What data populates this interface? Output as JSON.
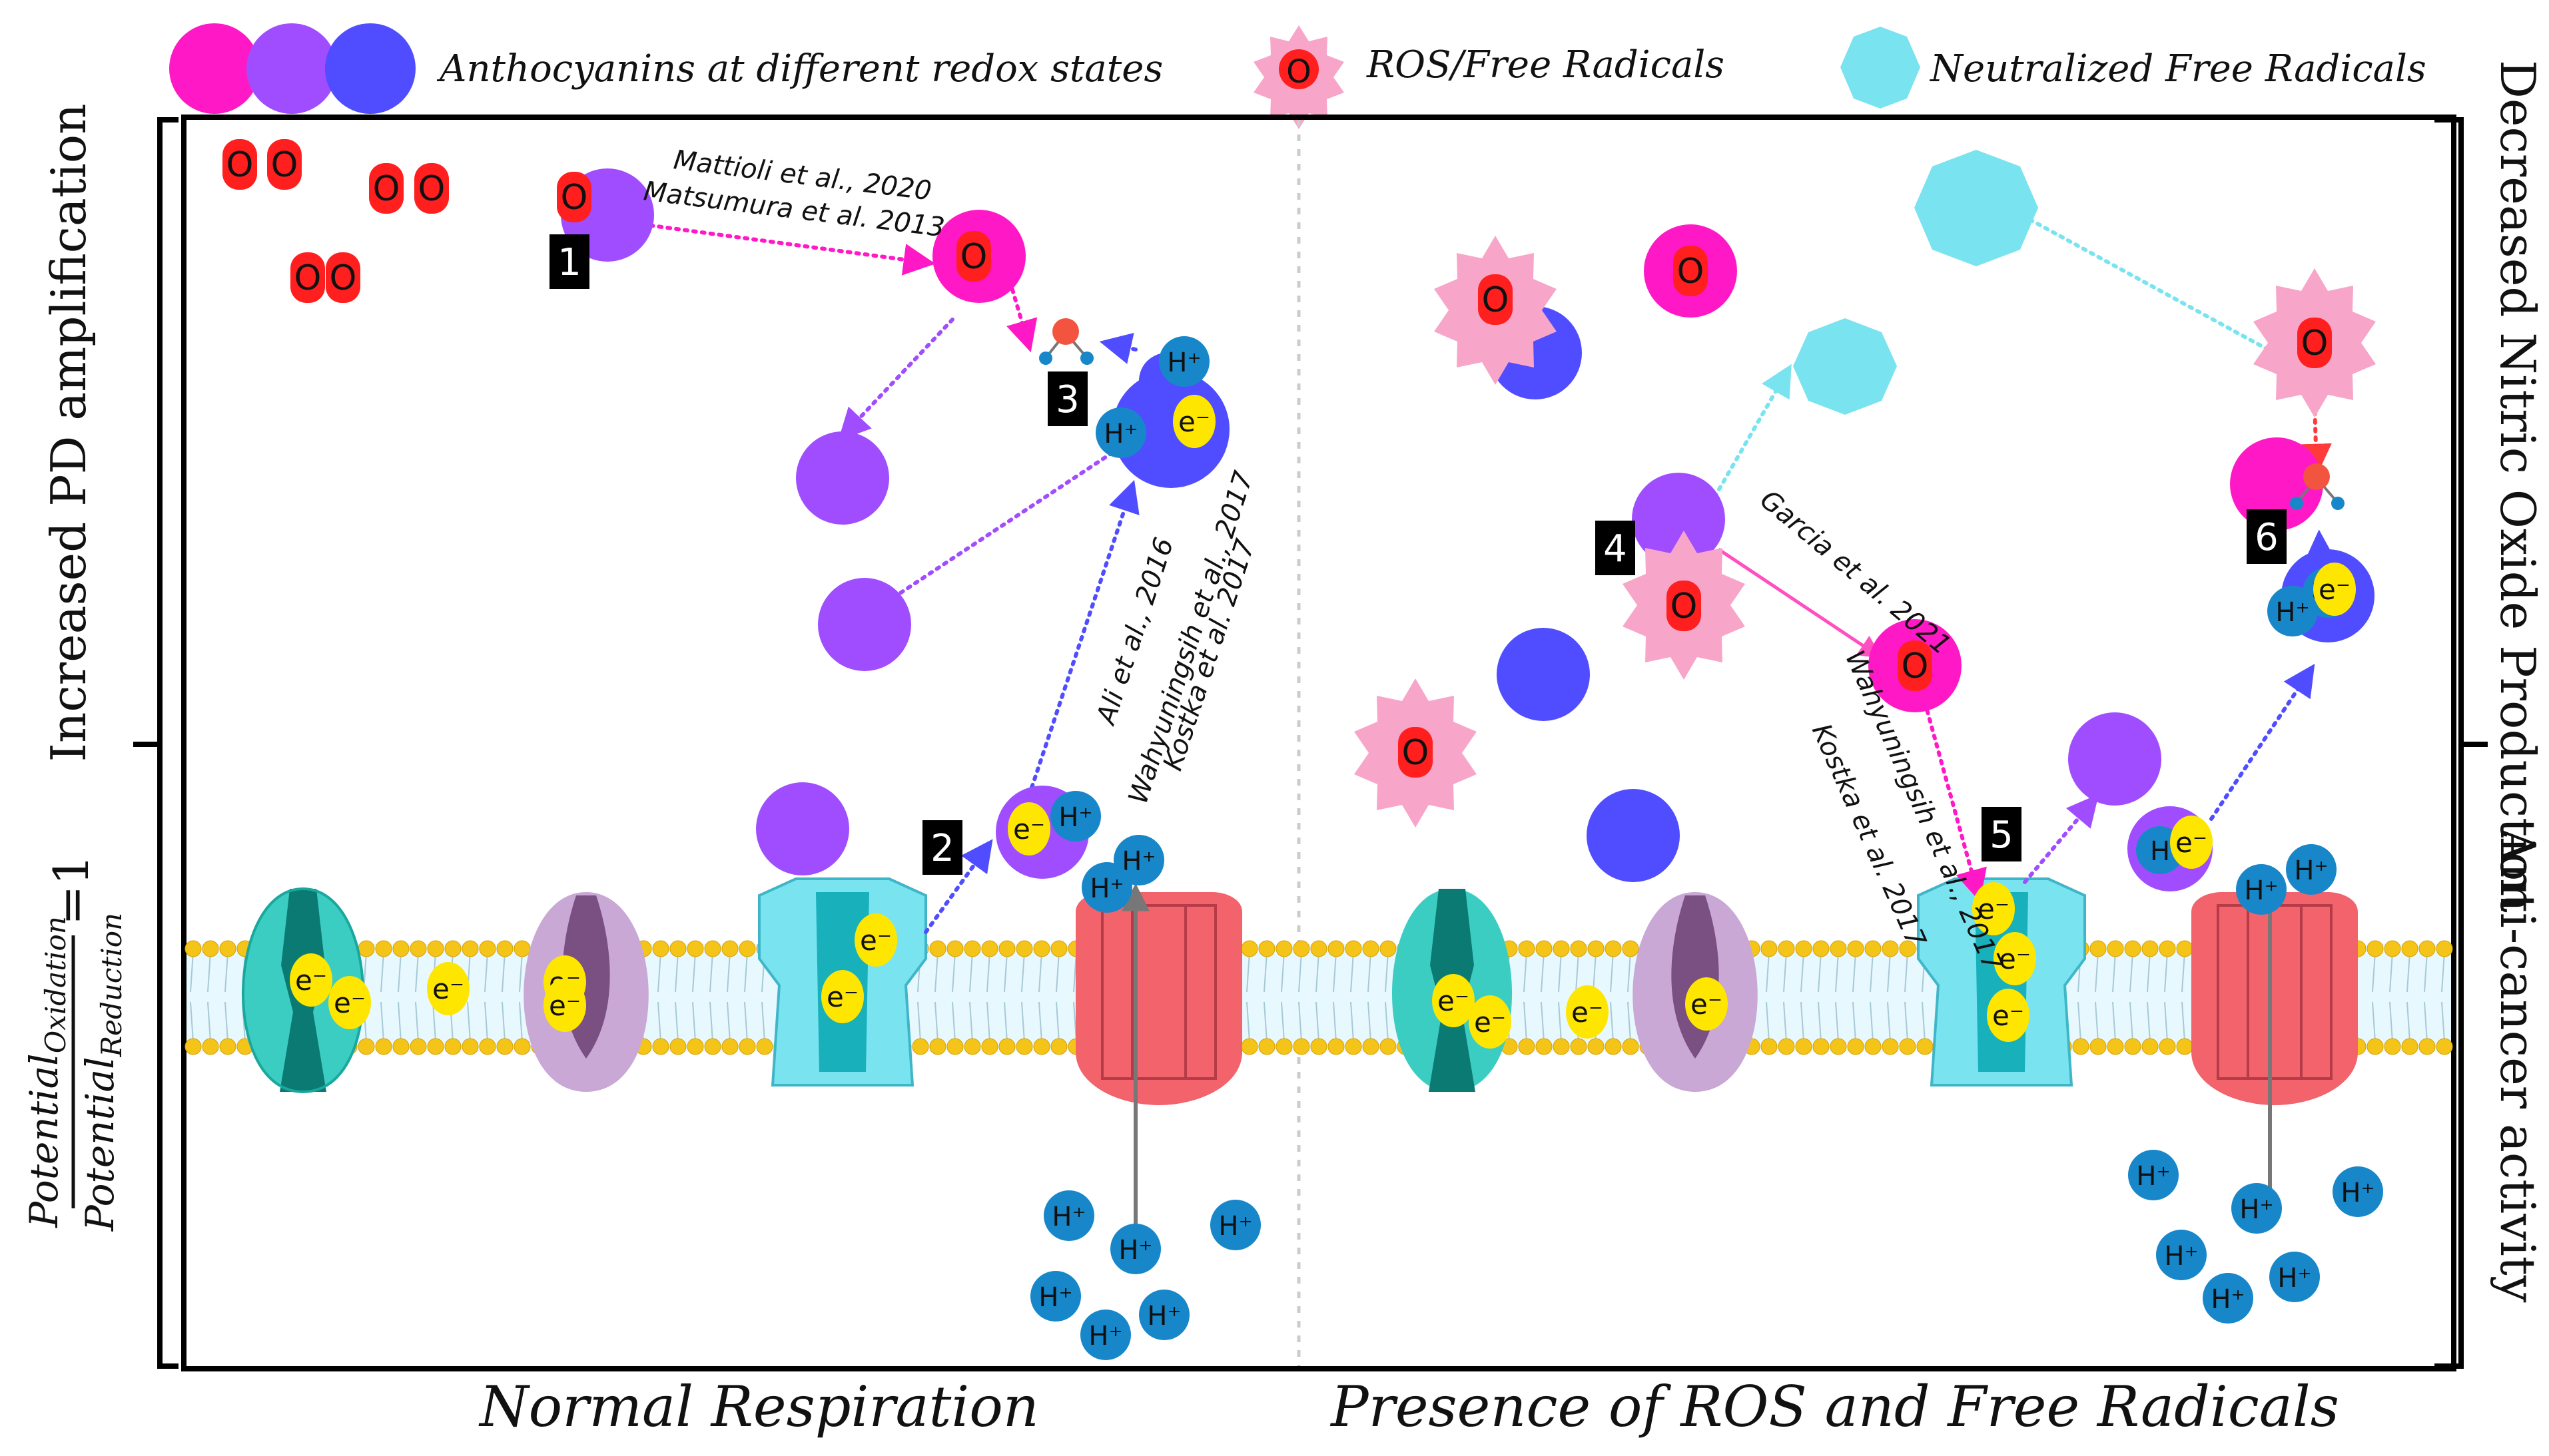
{
  "legend": {
    "anthocyanins": "Anthocyanins at different redox states",
    "ros": "ROS/Free  Radicals",
    "neutralized": "Neutralized Free Radicals",
    "ros_symbol": "O"
  },
  "labels": {
    "left_top": "Increased PD amplification",
    "right_top": "Decreased Nitric Oxide Production",
    "right_bottom": "Anti-cancer activity",
    "panel_left": "Normal Respiration",
    "panel_right": "Presence of ROS and Free Radicals"
  },
  "formula": {
    "numerator_base": "Potential",
    "numerator_sub": "Oxidation",
    "denominator_base": "Potential",
    "denominator_sub": "Reduction",
    "equals": "=1"
  },
  "steps": [
    "1",
    "2",
    "3",
    "4",
    "5",
    "6"
  ],
  "citations": {
    "c1a": "Mattioli et al., 2020",
    "c1b": "Matsumura et al. 2013",
    "c2a": "Ali et al., 2016",
    "c2b": "Wahyuningsih et al., 2017",
    "c2c": "Kostka et al. 2017",
    "c4": "Garcia et al. 2021",
    "c5a": "Wahyuningsih et al., 2017",
    "c5b": "Kostka et al. 2017"
  },
  "symbols": {
    "oxygen": "O",
    "electron": "e⁻",
    "proton": "H⁺"
  },
  "colors": {
    "anthocyanin_magenta": "#ff19c6",
    "anthocyanin_purple": "#a04dff",
    "anthocyanin_blue": "#4f4dff",
    "ros_pink": "#f7a6c9",
    "neutralized": "#79e3f0",
    "oxygen_red": "#ff1f1f",
    "proton_blue": "#1787c9",
    "electron_yellow": "#ffe600"
  }
}
